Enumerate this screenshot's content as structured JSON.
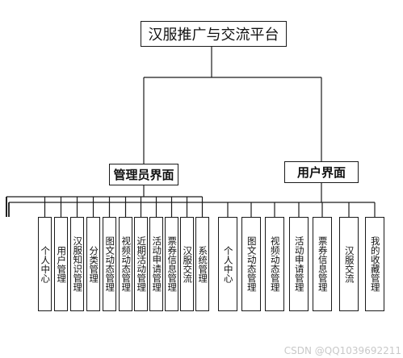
{
  "root": {
    "label": "汉服推广与交流平台"
  },
  "branches": [
    {
      "label": "管理员界面",
      "children": [
        "个人中心",
        "用户管理",
        "汉服知识管理",
        "分类管理",
        "图文动态管理",
        "视频动态管理",
        "近期活动管理",
        "活动申请管理",
        "票券信息管理",
        "汉服交流",
        "系统管理"
      ]
    },
    {
      "label": "用户界面",
      "children": [
        "个人中心",
        "图文动态管理",
        "视频动态管理",
        "活动申请管理",
        "票券信息管理",
        "汉服交流",
        "我的收藏管理"
      ]
    }
  ],
  "watermark": "CSDN @QQ1039692211"
}
